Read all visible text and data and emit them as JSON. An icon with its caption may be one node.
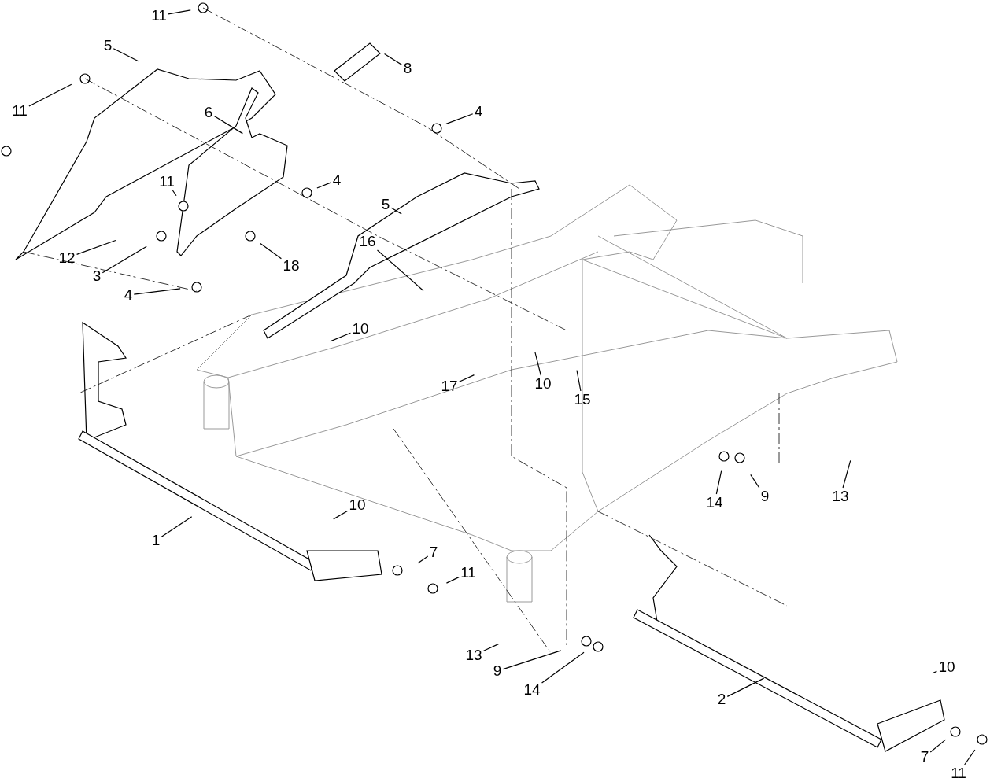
{
  "diagram": {
    "nodes": [
      {
        "text": [
          "11"
        ]
      },
      {
        "text": [
          "5"
        ]
      },
      {
        "text": [
          "8"
        ]
      },
      {
        "text": [
          "11"
        ]
      },
      {
        "text": [
          "6"
        ]
      },
      {
        "text": [
          "4"
        ]
      },
      {
        "text": [
          "11"
        ]
      },
      {
        "text": [
          "4"
        ]
      },
      {
        "text": [
          "5"
        ]
      },
      {
        "text": [
          "12"
        ]
      },
      {
        "text": [
          "3"
        ]
      },
      {
        "text": [
          "18"
        ]
      },
      {
        "text": [
          "16"
        ]
      },
      {
        "text": [
          "4"
        ]
      },
      {
        "text": [
          "10"
        ]
      },
      {
        "text": [
          "17"
        ]
      },
      {
        "text": [
          "10"
        ]
      },
      {
        "text": [
          "15"
        ]
      },
      {
        "text": [
          "14"
        ]
      },
      {
        "text": [
          "9"
        ]
      },
      {
        "text": [
          "13"
        ]
      },
      {
        "text": [
          "10"
        ]
      },
      {
        "text": [
          "1"
        ]
      },
      {
        "text": [
          "7"
        ]
      },
      {
        "text": [
          "11"
        ]
      },
      {
        "text": [
          "13"
        ]
      },
      {
        "text": [
          "9"
        ]
      },
      {
        "text": [
          "14"
        ]
      },
      {
        "text": [
          "10"
        ]
      },
      {
        "text": [
          "2"
        ]
      },
      {
        "text": [
          "7"
        ]
      },
      {
        "text": [
          "11"
        ]
      }
    ],
    "edges": [
      {
        "from": 0,
        "to": null,
        "arrow": "none"
      },
      {
        "from": 1,
        "to": null,
        "arrow": "none"
      },
      {
        "from": 2,
        "to": null,
        "arrow": "none"
      },
      {
        "from": 3,
        "to": null,
        "arrow": "none"
      },
      {
        "from": 4,
        "to": null,
        "arrow": "none"
      },
      {
        "from": 5,
        "to": null,
        "arrow": "none"
      },
      {
        "from": 6,
        "to": null,
        "arrow": "none"
      },
      {
        "from": 7,
        "to": null,
        "arrow": "none"
      },
      {
        "from": 8,
        "to": null,
        "arrow": "none"
      },
      {
        "from": 9,
        "to": null,
        "arrow": "none"
      },
      {
        "from": 10,
        "to": null,
        "arrow": "none"
      },
      {
        "from": 11,
        "to": null,
        "arrow": "none"
      },
      {
        "from": 12,
        "to": null,
        "arrow": "none"
      },
      {
        "from": 13,
        "to": null,
        "arrow": "none"
      },
      {
        "from": 14,
        "to": null,
        "arrow": "none"
      },
      {
        "from": 15,
        "to": null,
        "arrow": "none"
      },
      {
        "from": 16,
        "to": null,
        "arrow": "none"
      },
      {
        "from": 17,
        "to": null,
        "arrow": "none"
      },
      {
        "from": 18,
        "to": null,
        "arrow": "none"
      },
      {
        "from": 19,
        "to": null,
        "arrow": "none"
      },
      {
        "from": 20,
        "to": null,
        "arrow": "none"
      },
      {
        "from": 21,
        "to": null,
        "arrow": "none"
      },
      {
        "from": 22,
        "to": null,
        "arrow": "none"
      },
      {
        "from": 23,
        "to": null,
        "arrow": "none"
      },
      {
        "from": 24,
        "to": null,
        "arrow": "none"
      },
      {
        "from": 25,
        "to": null,
        "arrow": "none"
      },
      {
        "from": 26,
        "to": null,
        "arrow": "none"
      },
      {
        "from": 27,
        "to": null,
        "arrow": "none"
      },
      {
        "from": 28,
        "to": null,
        "arrow": "none"
      },
      {
        "from": 29,
        "to": null,
        "arrow": "none"
      },
      {
        "from": 30,
        "to": null,
        "arrow": "none"
      },
      {
        "from": 31,
        "to": null,
        "arrow": "none"
      }
    ]
  }
}
